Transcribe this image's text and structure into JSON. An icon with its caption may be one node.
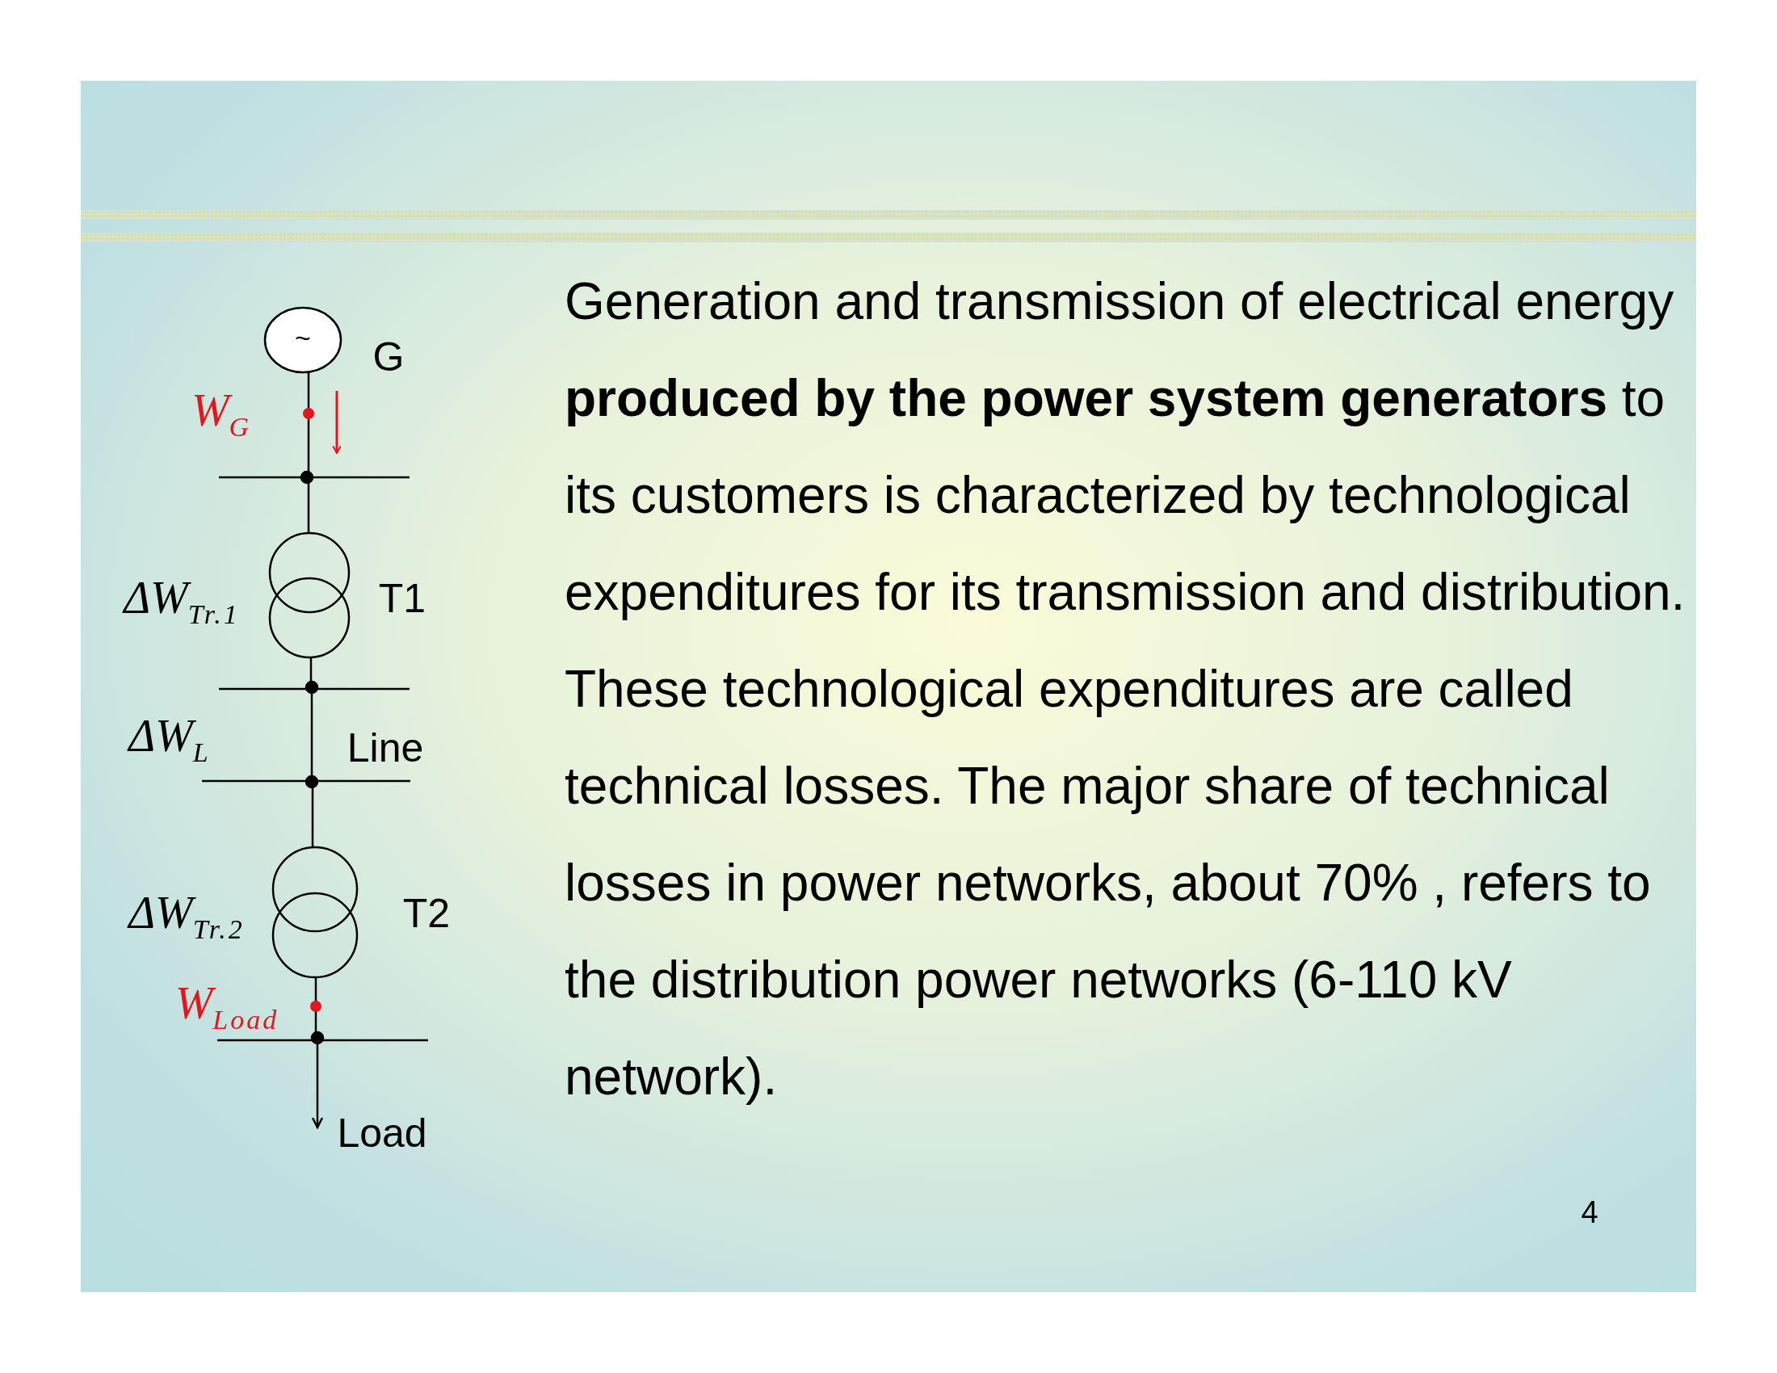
{
  "diagram": {
    "labels": [
      "~",
      "G",
      "W$_{G}$",
      "ΔW$_{Tr.1}$",
      "T1",
      "ΔW$_{L}$",
      "Line",
      "ΔW$_{Tr.2}$",
      "T2",
      "W$_{Load}$",
      "Load",
      "Generation and transmission of electrical energy **produced by the power system generators** to its customers is characterized by technological expenditures for its transmission and distribution. These technological expenditures are called technical losses. The major share of technical losses in power networks, about 70% , refers to the distribution power networks (6-110 kV network).",
      "4"
    ]
  }
}
